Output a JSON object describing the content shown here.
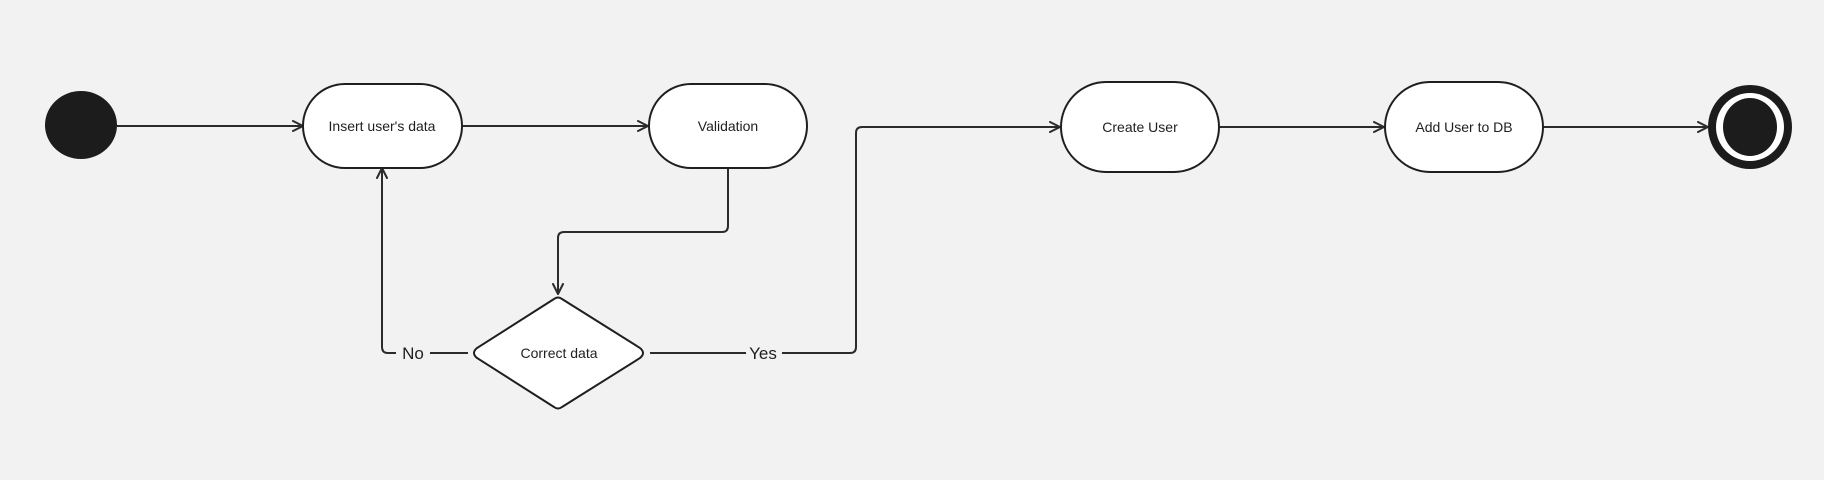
{
  "diagram": {
    "type": "activity-diagram",
    "nodes": {
      "insert": {
        "label": "Insert user's data"
      },
      "validation": {
        "label": "Validation"
      },
      "decision": {
        "label": "Correct data"
      },
      "create": {
        "label": "Create User"
      },
      "add_db": {
        "label": "Add User to DB"
      }
    },
    "edges": {
      "no_label": "No",
      "yes_label": "Yes"
    },
    "colors": {
      "background": "#f2f2f2",
      "node_fill": "#ffffff",
      "stroke": "#1f1f1f"
    }
  }
}
